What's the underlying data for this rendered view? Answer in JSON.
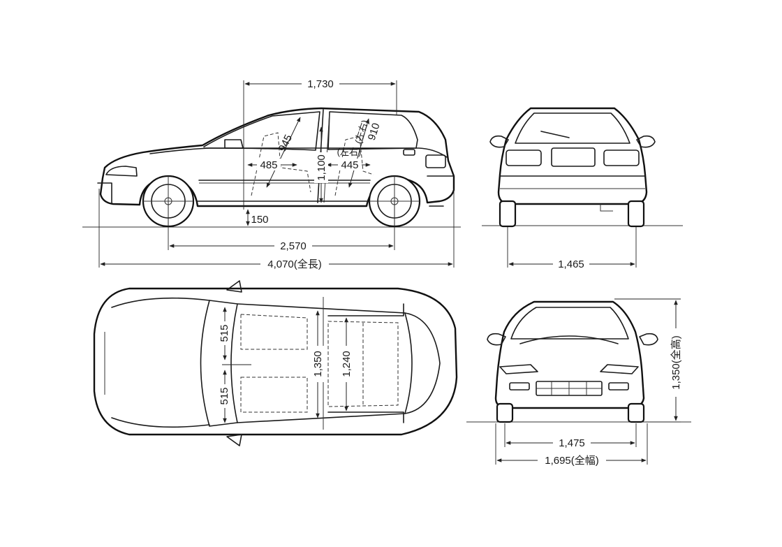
{
  "dimensions": {
    "cabin_length": "1,730",
    "front_headroom": "945",
    "rear_headroom_label": "(左右)",
    "rear_headroom": "910",
    "front_seat_depth": "485",
    "rear_seat_label": "(左右)",
    "rear_seat_depth": "445",
    "interior_height": "1,100",
    "ground_clearance": "150",
    "wheelbase": "2,570",
    "overall_length": "4,070(全長)",
    "rear_track": "1,465",
    "front_shoulder_upper": "515",
    "front_shoulder_lower": "515",
    "interior_width": "1,350",
    "rear_interior_width": "1,240",
    "overall_height": "1,350(全高)",
    "front_track": "1,475",
    "overall_width": "1,695(全幅)"
  },
  "style": {
    "line_color": "#1a1a1a",
    "background": "#ffffff"
  }
}
